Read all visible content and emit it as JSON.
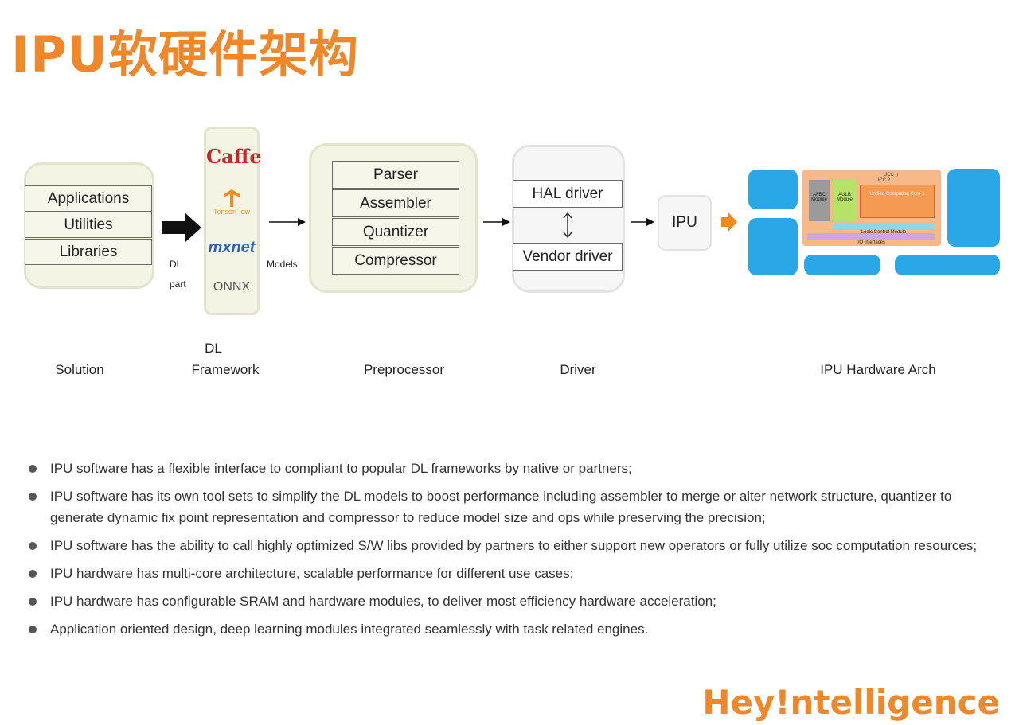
{
  "title": "IPU软硬件架构",
  "solution": {
    "items": [
      "Applications",
      "Utilities",
      "Libraries"
    ],
    "label": "Solution"
  },
  "arrow1_label": [
    "DL",
    "part"
  ],
  "framework": {
    "logos": [
      "Caffe",
      "TensorFlow",
      "mxnet",
      "ONNX"
    ],
    "label": [
      "DL",
      "Framework"
    ]
  },
  "arrow2_label": "Models",
  "preprocessor": {
    "items": [
      "Parser",
      "Assembler",
      "Quantizer",
      "Compressor"
    ],
    "label": "Preprocessor"
  },
  "driver": {
    "top": "HAL driver",
    "bottom": "Vendor driver",
    "label": "Driver"
  },
  "ipu": {
    "label": "IPU"
  },
  "hardware": {
    "label": "IPU Hardware Arch",
    "modules": {
      "ucc_n": "UCC n",
      "ucc_2": "UCC 2",
      "ucc_1": "Unified Computing Core 1",
      "afbc": "AFBC Module",
      "aulb": "AULB Module",
      "logic": "Logic Control Module",
      "io": "I/O Interfaces"
    }
  },
  "bullets": [
    "IPU software has a flexible interface to compliant to popular DL frameworks by native or partners;",
    "IPU software has its own tool sets to simplify the DL models to boost performance including assembler to merge or alter network structure, quantizer to generate dynamic fix point representation and compressor to reduce model size and ops while preserving the precision;",
    "IPU software has the ability to call highly optimized S/W libs provided by partners to either support new operators or fully utilize soc computation resources;",
    "IPU hardware has multi-core architecture, scalable performance for different use cases;",
    "IPU hardware has configurable SRAM and hardware modules, to deliver most efficiency hardware acceleration;",
    "Application oriented design, deep learning modules integrated seamlessly with task related engines."
  ],
  "footer": "Hey!ntelligence",
  "colors": {
    "accent": "#f0882a",
    "box_fill": "#f3f4e3",
    "hw_blue": "#29a7e6"
  }
}
